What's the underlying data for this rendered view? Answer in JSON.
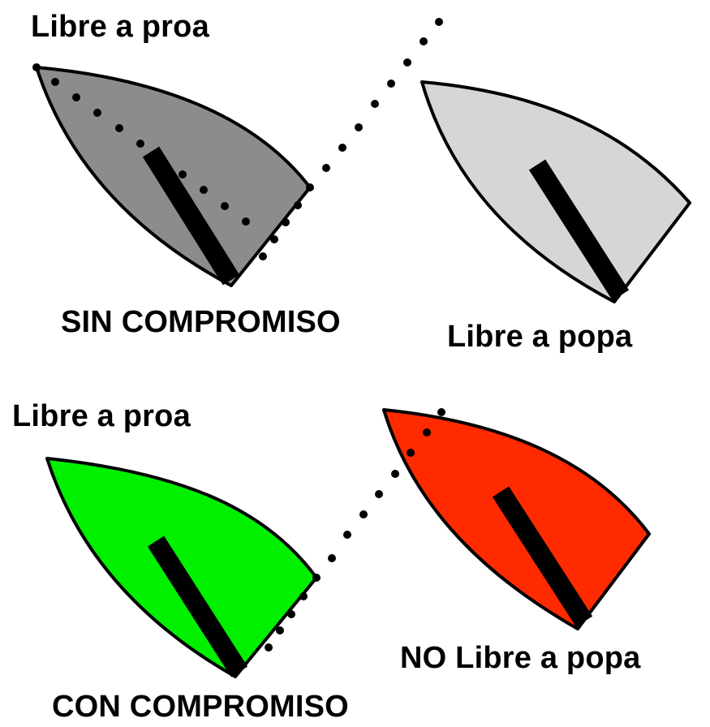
{
  "labels": {
    "top_bow_clear": "Libre a proa",
    "top_overlap_state": "SIN COMPROMISO",
    "top_stern_clear": "Libre a popa",
    "bottom_bow_clear": "Libre a proa",
    "bottom_overlap_state": "CON COMPROMISO",
    "bottom_not_stern_clear": "NO Libre a popa"
  },
  "colors": {
    "boat_top_left": "#8c8c8c",
    "boat_top_right": "#d6d6d6",
    "boat_bottom_left": "#00f000",
    "boat_bottom_right": "#ff2a00",
    "outline": "#000000",
    "mast": "#000000"
  }
}
